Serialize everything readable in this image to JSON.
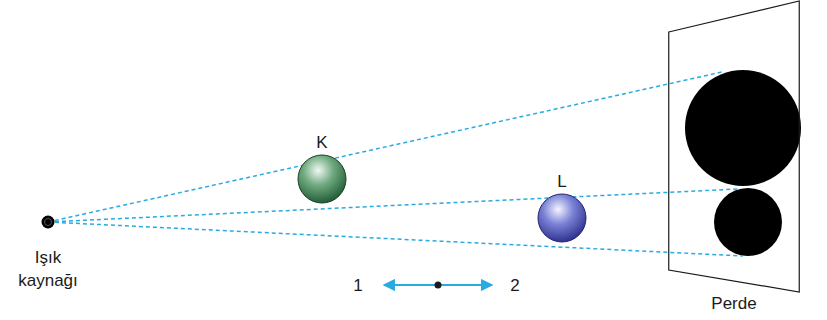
{
  "diagram": {
    "nodes": [
      {
        "text": [
          "Işık kaynağı"
        ]
      },
      {
        "text": [
          "K"
        ]
      },
      {
        "text": [
          "L"
        ]
      },
      {
        "text": [
          "Perde"
        ]
      }
    ],
    "labels": [
      "1",
      "2"
    ]
  }
}
